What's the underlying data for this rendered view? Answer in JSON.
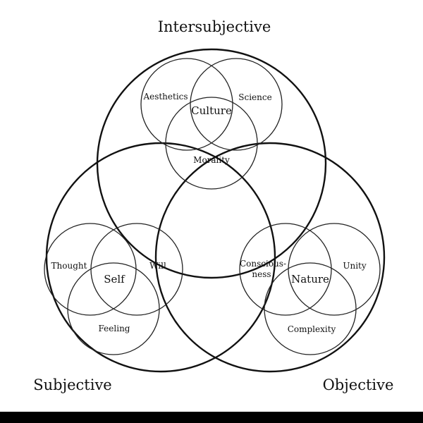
{
  "domains": {
    "intersubjective": "Intersubjective",
    "subjective": "Subjective",
    "objective": "Objective"
  },
  "clusters": {
    "top": {
      "core": "Culture",
      "left": "Aesthetics",
      "right": "Science",
      "bottom": "Morality"
    },
    "left": {
      "core": "Self",
      "left": "Thought",
      "right": "Will",
      "bottom": "Feeling"
    },
    "right": {
      "core": "Nature",
      "left_line1": "Conscious-",
      "left_line2": "ness",
      "right": "Unity",
      "bottom": "Complexity"
    }
  },
  "colors": {
    "line": "#111111",
    "background": "#ffffff",
    "bottom_bar": "#000000"
  }
}
